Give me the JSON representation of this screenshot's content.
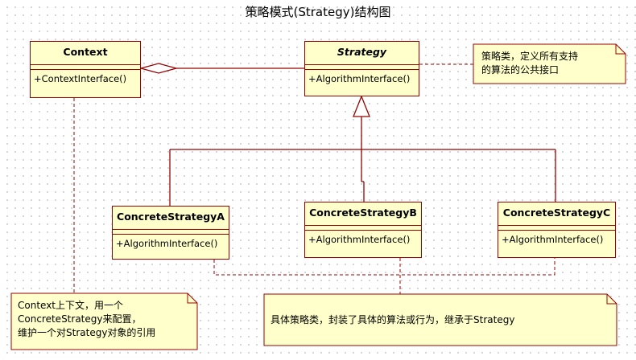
{
  "diagram": {
    "title": "策略模式(Strategy)结构图"
  },
  "classes": {
    "context": {
      "name": "Context",
      "operation": "+ContextInterface()"
    },
    "strategy": {
      "name": "Strategy",
      "operation": "+AlgorithmInterface()"
    },
    "concrete_a": {
      "name": "ConcreteStrategyA",
      "operation": "+AlgorithmInterface()"
    },
    "concrete_b": {
      "name": "ConcreteStrategyB",
      "operation": "+AlgorithmInterface()"
    },
    "concrete_c": {
      "name": "ConcreteStrategyC",
      "operation": "+AlgorithmInterface()"
    }
  },
  "notes": {
    "strategy_note": {
      "lines": [
        "策略类，定义所有支持",
        "的算法的公共接口"
      ]
    },
    "context_note": {
      "lines": [
        "Context上下文，用一个",
        "ConcreteStrategy来配置，",
        "维护一个对Strategy对象的引用"
      ]
    },
    "concrete_note": {
      "lines": [
        "具体策略类，封装了具体的算法或行为，继承于Strategy"
      ]
    }
  },
  "colors": {
    "class_fill": "#ffffcc",
    "border": "#990000",
    "note_fill": "#ffffcc"
  }
}
